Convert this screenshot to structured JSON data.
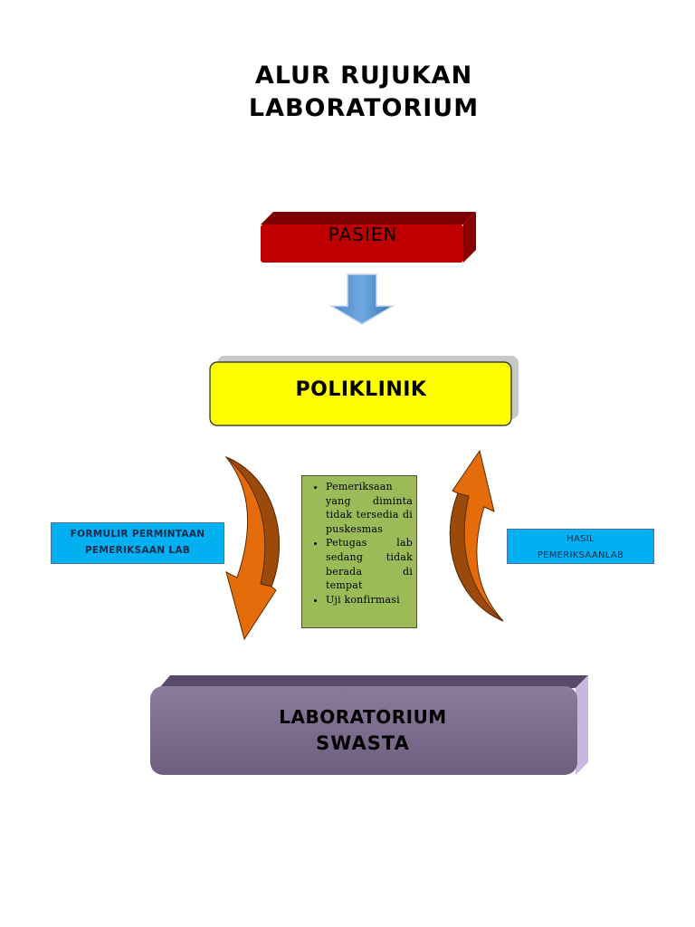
{
  "title": {
    "line1": "ALUR RUJUKAN",
    "line2": "LABORATORIUM"
  },
  "nodes": {
    "pasien": "PASIEN",
    "poliklinik": "POLIKLINIK",
    "laboratorium": {
      "line1": "LABORATORIUM",
      "line2": "SWASTA"
    }
  },
  "side_boxes": {
    "formulir": {
      "line1": "FORMULIR PERMINTAAN",
      "line2": "PEMERIKSAAN LAB"
    },
    "hasil": {
      "line1": "HASIL",
      "line2": "PEMERIKSAANLAB"
    }
  },
  "reasons": [
    "Pemeriksaan yang diminta tidak tersedia di puskesmas",
    "Petugas lab sedang tidak berada di tempat",
    "Uji konfirmasi"
  ],
  "colors": {
    "pasien_fill": "#c00000",
    "poliklinik_fill": "#ffff00",
    "laboratorium_fill": "#7a6a8a",
    "side_box_fill": "#00b0f0",
    "reason_box_fill": "#9bbb59",
    "down_arrow_fill": "#5b9bd5",
    "curved_arrow_fill": "#e46c0a",
    "curved_arrow_shade": "#9c4a0a"
  },
  "icons": [
    "down-arrow-icon",
    "curved-arrow-down-icon",
    "curved-arrow-up-icon"
  ]
}
